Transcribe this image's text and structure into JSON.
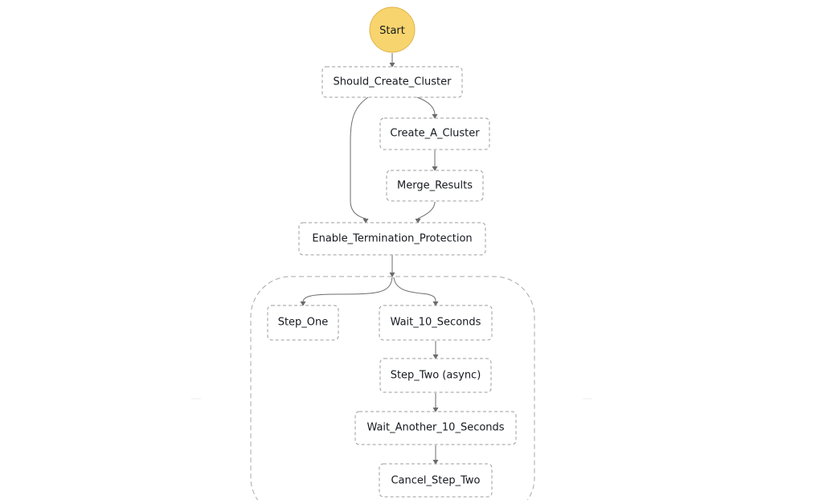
{
  "diagram": {
    "start": {
      "label": "Start"
    },
    "states": {
      "should_create_cluster": "Should_Create_Cluster",
      "create_a_cluster": "Create_A_Cluster",
      "merge_results": "Merge_Results",
      "enable_termination_protection": "Enable_Termination_Protection",
      "step_one": "Step_One",
      "wait_10_seconds": "Wait_10_Seconds",
      "step_two_async": "Step_Two (async)",
      "wait_another_10_seconds": "Wait_Another_10_Seconds",
      "cancel_step_two": "Cancel_Step_Two"
    },
    "colors": {
      "start_fill": "#f7d46e",
      "box_border": "#9c9c9c",
      "edge": "#6b6b6b",
      "text": "#16191f"
    }
  }
}
